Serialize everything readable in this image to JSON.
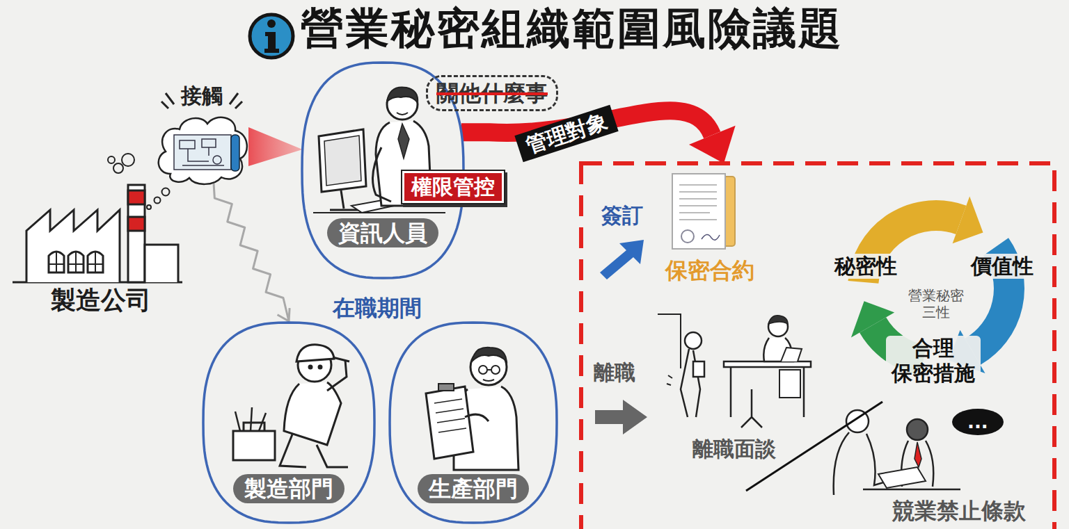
{
  "diagram": {
    "title": "營業秘密組織範圍風險議題",
    "nodes": [
      {
        "text": [
          "製造公司"
        ]
      },
      {
        "text": [
          "接觸"
        ]
      },
      {
        "text": [
          "資訊人員"
        ]
      },
      {
        "text": [
          "權限管控"
        ],
        "in": 2
      },
      {
        "text": [
          "關他什麼事"
        ]
      },
      {
        "text": [
          "製造部門"
        ]
      },
      {
        "text": [
          "生產部門"
        ]
      },
      {
        "text": []
      },
      {
        "text": [
          "保密合約"
        ],
        "in": 7
      },
      {
        "text": [
          "離職面談"
        ],
        "in": 7
      },
      {
        "text": [
          "秘密性",
          "價值性",
          "營業秘密 三性",
          "合理 保密措施"
        ],
        "in": 7
      },
      {
        "text": [
          "競業禁止條款"
        ],
        "in": 7
      },
      {
        "text": [
          "..."
        ],
        "in": 7
      }
    ],
    "edges": [
      {
        "from": 1,
        "to": 2,
        "arrow": "none"
      },
      {
        "from": 1,
        "to": 5,
        "arrow": "to"
      },
      {
        "from": 2,
        "to": 7,
        "arrow": "to",
        "label": "管理對象"
      }
    ],
    "labels": [
      "在職期間",
      "簽訂",
      "離職"
    ]
  }
}
